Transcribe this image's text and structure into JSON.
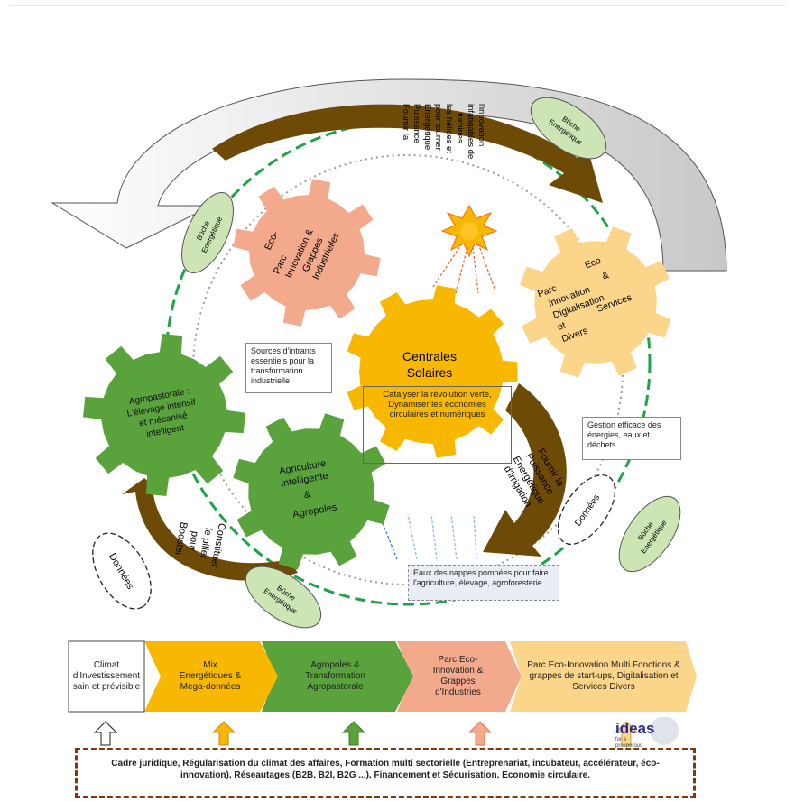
{
  "gears": {
    "solar": {
      "title_1": "Centrales",
      "title_2": "Solaires",
      "desc": "Catalyser la révolution verte, Dynamiser les économies circulaires et numériques"
    },
    "eco_industrial": {
      "lines": [
        "Eco-",
        "Parc",
        "Innovation &",
        "Grappes",
        "Industrielles"
      ]
    },
    "eco_digital": {
      "lines": [
        "Parc",
        "Eco",
        "innovation",
        "&",
        "Digitalisation",
        "et",
        "Services",
        "Divers"
      ]
    },
    "agropastoral": {
      "lines": [
        "Agropastorale :",
        "L'élevage intensif",
        "et mécanisé",
        "intelligent"
      ]
    },
    "agriculture": {
      "lines": [
        "Agriculture",
        "intelligente",
        "&",
        "Agropoles"
      ]
    }
  },
  "bioenergy": {
    "label_1": "Bûche",
    "label_2": "Energétique"
  },
  "donnees": {
    "label": "Données"
  },
  "annotations": {
    "top_power": [
      "Fournir la",
      "Puissance",
      "Energétique",
      "pour tourner",
      "les hélices et",
      "turbines",
      "infatigables de",
      "l'innovation"
    ],
    "irrigation": [
      "Fournir la",
      "Puissance",
      "Energétique",
      "d'irrigation"
    ],
    "booster": [
      "Constituer",
      "le pilier",
      "pour",
      "Booster"
    ],
    "intrants": "Sources d'intrants essentiels pour la transformation industrielle",
    "gestion": "Gestion efficace des énergies, eaux et déchets",
    "nappes": "Eaux des nappes pompées pour faire l'agriculture, élevage, agroforesterie"
  },
  "bands": [
    {
      "label": "Climat d'Investissement sain et prévisible",
      "color": "#ffffff"
    },
    {
      "label": "Mix Energétiques & Mega-données",
      "color": "#f8b700"
    },
    {
      "label": "Agropoles & Transformation Agropastorale",
      "color": "#59a23c"
    },
    {
      "label": "Parc Eco-Innovation & Grappes d'Industries",
      "color": "#f3a98c"
    },
    {
      "label": "Parc Eco-Innovation Multi Fonctions & grappes de start-ups, Digitalisation et Services Divers",
      "color": "#fbd58a"
    }
  ],
  "footer": {
    "text": "Cadre juridique, Régularisation du climat des affaires, Formation multi sectorielle (Entreprenariat, incubateur, accélérateur, éco-innovation), Réseautages (B2B, B2I, B2G ...), Financement et Sécurisation, Economie circulaire."
  },
  "logo": {
    "word": "ideas",
    "tagline_1": "for a",
    "tagline_2": "prosperous"
  },
  "colors": {
    "solar": "#f8b700",
    "eco_industrial": "#f3a98c",
    "eco_digital": "#fbd58a",
    "agro": "#59a23c",
    "bioenergy": "#cde5b5",
    "arrow_brown": "#6e4a07",
    "dashed_green": "#1fa24a"
  }
}
